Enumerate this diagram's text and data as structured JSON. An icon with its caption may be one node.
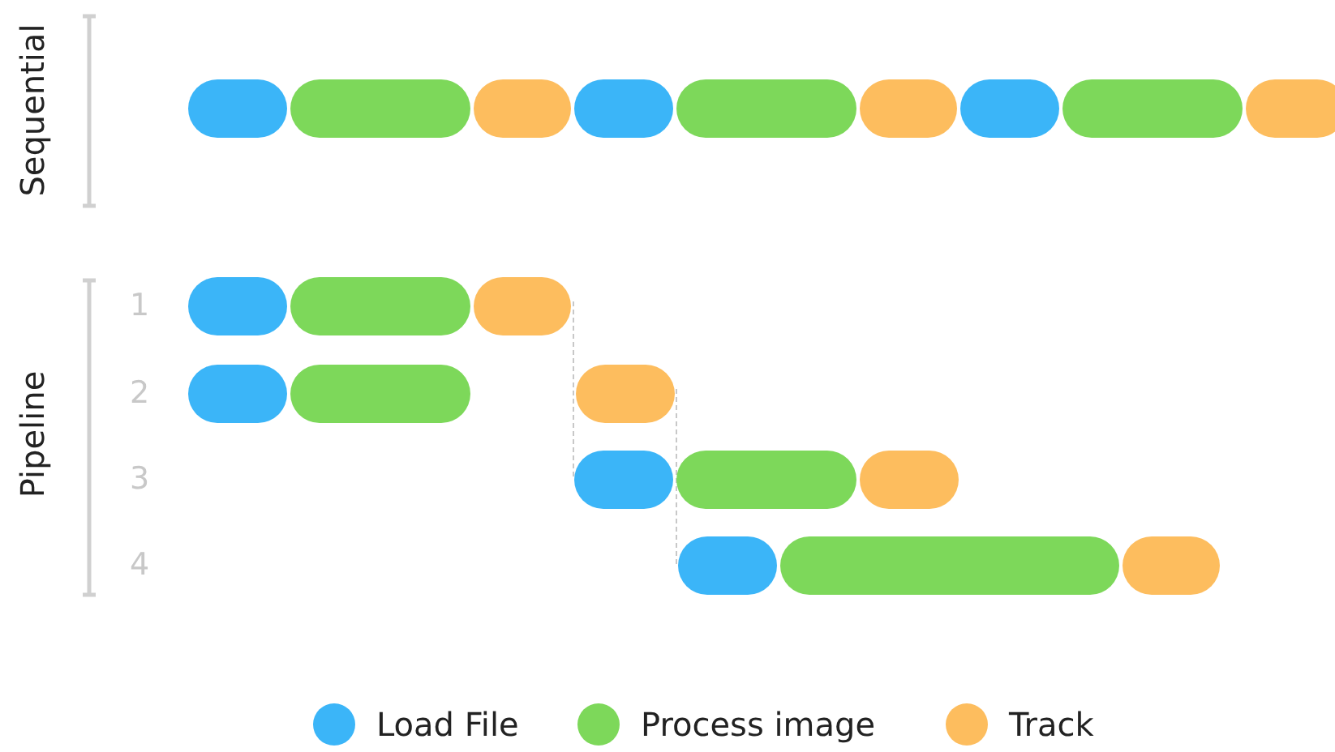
{
  "diagram": {
    "labels": [
      "Sequential",
      "Pipeline",
      "1",
      "2",
      "3",
      "4"
    ],
    "legend": [
      {
        "text": "Load File",
        "color": "#3bb5f8"
      },
      {
        "text": "Process image",
        "color": "#7dd85a"
      },
      {
        "text": "Track",
        "color": "#fdbd5e"
      }
    ]
  }
}
